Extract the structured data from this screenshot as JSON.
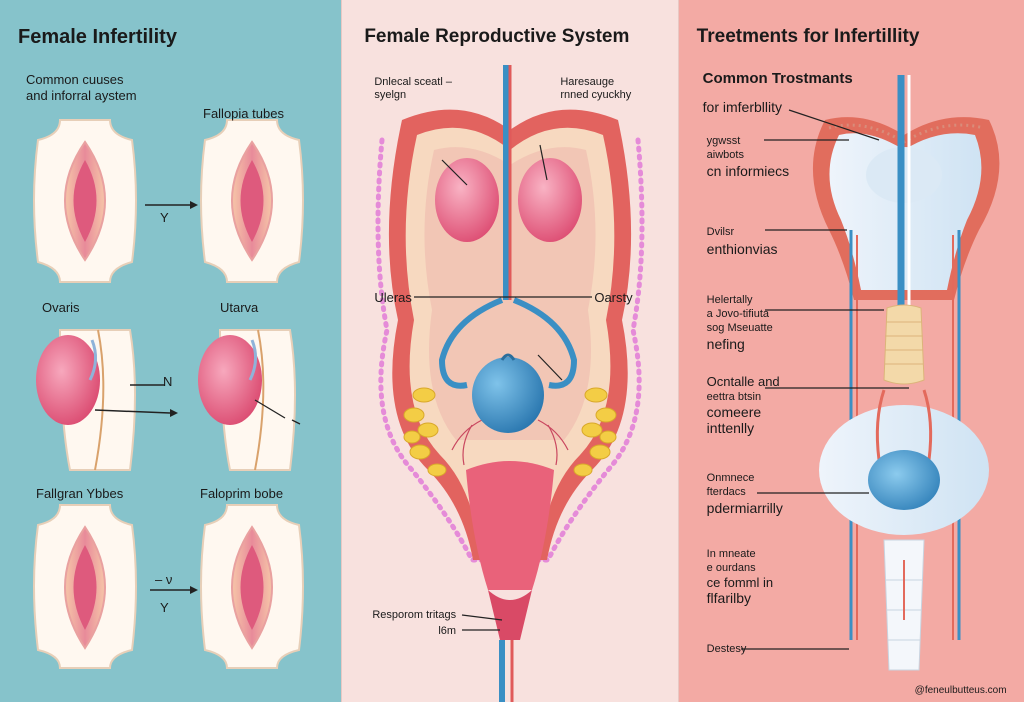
{
  "left": {
    "title": "Female Infertility",
    "subtitle_line1": "Common cuuses",
    "subtitle_line2": "and inforral aystem",
    "label_fallopia": "Fallopia tubes",
    "label_ovaris": "Ovaris",
    "label_utarva": "Utarva",
    "label_fallgran": "Fallgran Ybbes",
    "label_faloprim": "Faloprim bobe",
    "arrow_y1": "Y",
    "arrow_n": "N",
    "arrow_y2": "Y",
    "arrow_dash": "– ν"
  },
  "middle": {
    "title": "Female Reproductive System",
    "top_left_line1": "Dnlecal sceatl –",
    "top_left_line2": "syelgn",
    "top_right_line1": "Haresauge",
    "top_right_line2": "rnned cyuckhy",
    "label_left": "Uleras",
    "label_right": "Oarsty",
    "bottom_line1": "Resporom tritags",
    "bottom_line2": "l6m"
  },
  "right": {
    "title": "Treetments for Infertillity",
    "subtitle": "Common Trostmants",
    "note_1": "for imferbllity",
    "note_2_line1": "ygwsst",
    "note_2_line2": "aiwbots",
    "note_2_line3": "cn informiecs",
    "note_3_line1": "Dvilsr",
    "note_3_line2": "enthionvias",
    "note_4_line1": "Helertally",
    "note_4_line2": "a Jovo-tifiuta",
    "note_4_line3": "sog Mseuatte",
    "note_4_line4": "nefing",
    "note_5_line1": "Ocntalle and",
    "note_5_line2": "eettra btsin",
    "note_5_line3": "comeere",
    "note_5_line4": "inttenlly",
    "note_6_line1": "Onmnece",
    "note_6_line2": "fterdacs",
    "note_6_line3": "pdermiarrilly",
    "note_7_line1": "In mneate",
    "note_7_line2": "e ourdans",
    "note_7_line3": "ce fomml in",
    "note_7_line4": "flfarilby",
    "note_8": "Destesy",
    "watermark": "@feneulbutteus.com"
  },
  "colors": {
    "left_bg": "#86c3cb",
    "mid_bg": "#f8e1de",
    "right_bg": "#f3aaa4",
    "tissue_red": "#e0605e",
    "ovary_pink": "#e8607e",
    "blue": "#3a8fc4",
    "yellow": "#f3cd45"
  }
}
